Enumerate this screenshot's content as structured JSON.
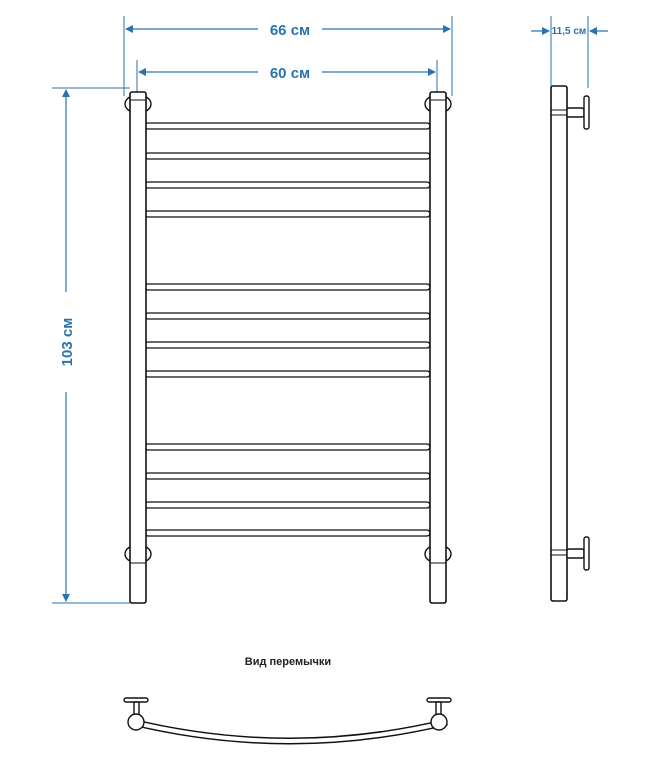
{
  "dimensions": {
    "width_outer": "66 см",
    "width_inner": "60 см",
    "height": "103 см",
    "depth": "11,5 см"
  },
  "caption": "Вид перемычки",
  "colors": {
    "dimension": "#2a73b0",
    "outline": "#111111"
  }
}
